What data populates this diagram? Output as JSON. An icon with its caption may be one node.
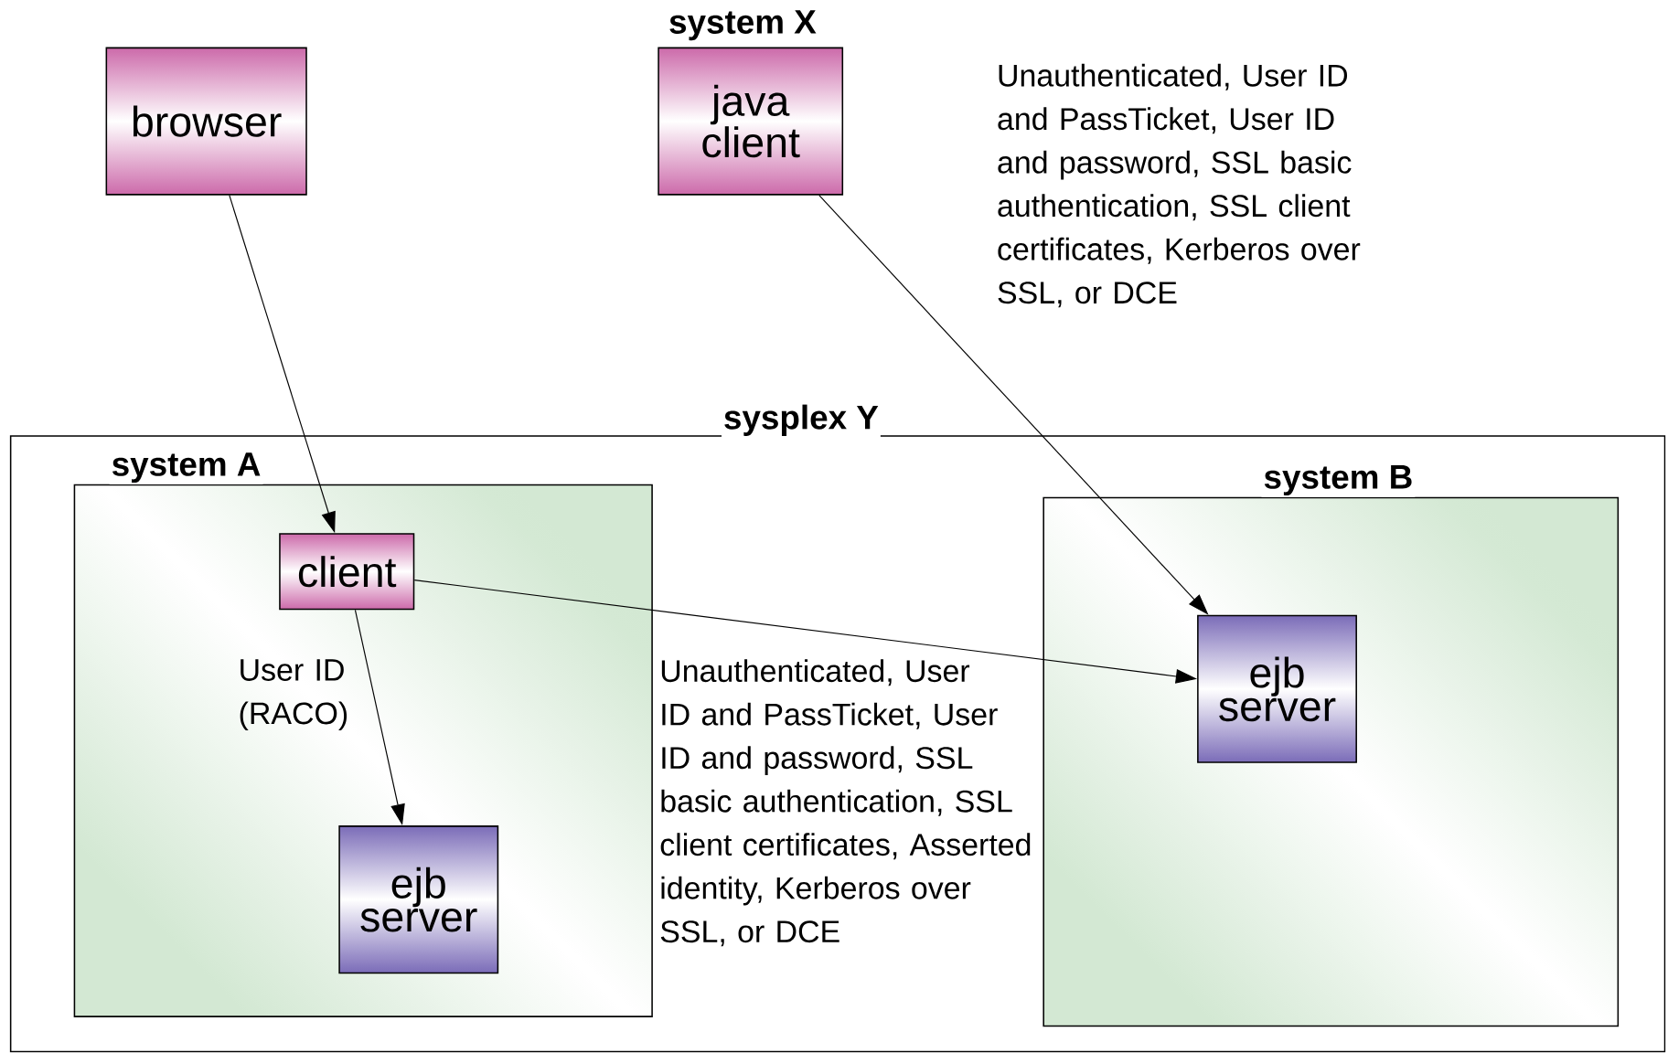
{
  "diagram": {
    "nodes": [
      {
        "text": [
          "browser"
        ]
      },
      {
        "text": [
          "system X",
          "java client"
        ]
      },
      {
        "text": [
          "sysplex Y"
        ]
      },
      {
        "text": [
          "system A"
        ],
        "in": 2
      },
      {
        "text": [
          "client"
        ],
        "in": 3
      },
      {
        "text": [
          "ejb server"
        ],
        "in": 3
      },
      {
        "text": [
          "system B"
        ],
        "in": 2
      },
      {
        "text": [
          "ejb server"
        ],
        "in": 6
      }
    ],
    "edges": [
      {
        "from": 0,
        "to": 4,
        "arrow": "to"
      },
      {
        "from": 1,
        "to": 7,
        "arrow": "to",
        "label": "Unauthenticated, User ID and PassTicket, User ID and password, SSL basic authentication, SSL client certificates, Kerberos over SSL, or DCE"
      },
      {
        "from": 4,
        "to": 7,
        "arrow": "to",
        "label": "Unauthenticated, User ID and PassTicket, User ID and password, SSL basic authentication, SSL client certificates, Asserted identity, Kerberos over SSL, or DCE"
      },
      {
        "from": 4,
        "to": 5,
        "arrow": "to",
        "label": "User ID (RACO)"
      }
    ]
  }
}
